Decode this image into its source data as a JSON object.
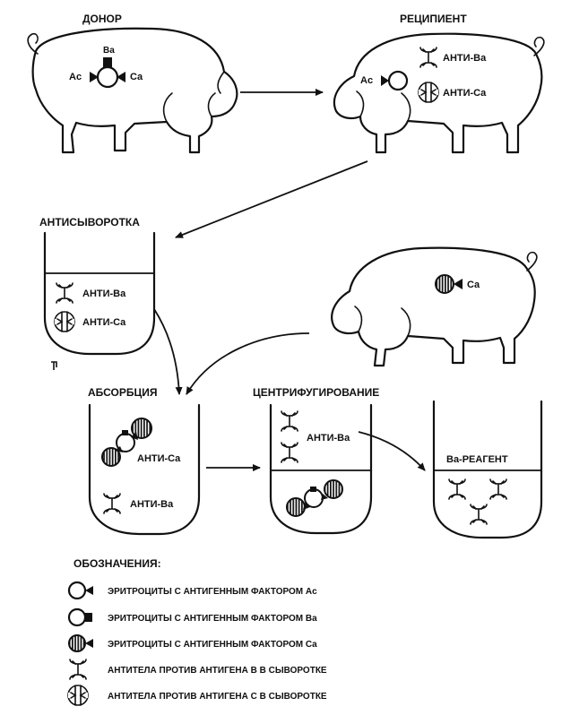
{
  "titles": {
    "donor": "ДОНОР",
    "recipient": "РЕЦИПИЕНТ",
    "antiserum": "АНТИСЫВОРОТКА",
    "absorption": "АБСОРБЦИЯ",
    "centrifugation": "ЦЕНТРИФУГИРОВАНИЕ",
    "reagent": "Ba-РЕАГЕНТ"
  },
  "donor": {
    "ba": "Ba",
    "ac": "Ac",
    "ca": "Ca"
  },
  "recipient": {
    "ac": "Ac",
    "anti_ba": "АНТИ-Ba",
    "anti_ca": "АНТИ-Ca"
  },
  "pig3": {
    "ca": "Ca"
  },
  "antiserum": {
    "anti_ba": "АНТИ-Ba",
    "anti_ca": "АНТИ-Ca"
  },
  "absorption": {
    "anti_ca": "АНТИ-Ca",
    "anti_ba": "АНТИ-Ba"
  },
  "centrifugation": {
    "anti_ba": "АНТИ-Ba"
  },
  "legend": {
    "heading": "ОБОЗНАЧЕНИЯ:",
    "items": [
      "ЭРИТРОЦИТЫ С АНТИГЕННЫМ ФАКТОРОМ Ac",
      "ЭРИТРОЦИТЫ С АНТИГЕННЫМ ФАКТОРОМ Ba",
      "ЭРИТРОЦИТЫ С АНТИГЕННЫМ ФАКТОРОМ Ca",
      "АНТИТЕЛА ПРОТИВ АНТИГЕНА В В СЫВОРОТКЕ",
      "АНТИТЕЛА ПРОТИВ АНТИГЕНА С В СЫВОРОТКЕ"
    ]
  }
}
